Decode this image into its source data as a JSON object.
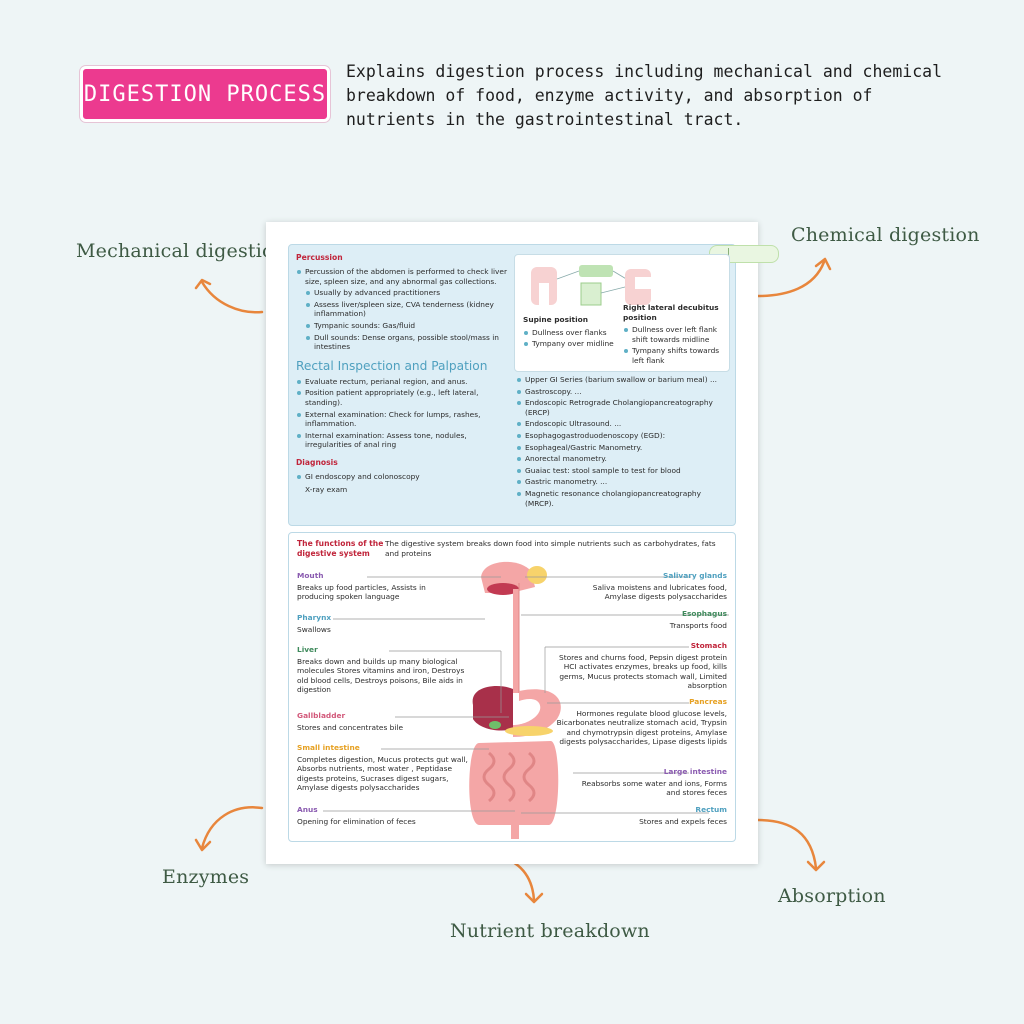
{
  "header": {
    "badge": "DIGESTION PROCESS",
    "intro": "Explains digestion process including mechanical and chemical breakdown of food, enzyme activity, and absorption of nutrients in the gastrointestinal tract."
  },
  "callouts": {
    "mechanical": "Mechanical digestion",
    "chemical": "Chemical digestion",
    "enzymes": "Enzymes",
    "nutrient": "Nutrient breakdown",
    "absorption": "Absorption"
  },
  "colors": {
    "badge": "#ec3a8f",
    "arrow": "#e8863c",
    "callout_text": "#3e5a44",
    "panel": "#ddeef6"
  },
  "sheet": {
    "percussion": {
      "title": "Percussion",
      "items": [
        "Percussion of the abdomen is performed to check liver size, spleen size, and any abnormal gas collections.",
        "Usually by advanced practitioners",
        "Assess liver/spleen size, CVA tenderness (kidney inflammation)",
        "Tympanic sounds: Gas/fluid",
        "Dull sounds: Dense organs, possible stool/mass in intestines"
      ]
    },
    "rectal": {
      "title": "Rectal Inspection and Palpation",
      "items": [
        "Evaluate rectum, perianal region, and anus.",
        "Position patient appropriately (e.g., left lateral, standing).",
        "External examination: Check for lumps, rashes, inflammation.",
        "Internal examination: Assess tone, nodules, irregularities of anal ring"
      ]
    },
    "diagnosis": {
      "title": "Diagnosis",
      "items": [
        "GI endoscopy and colonoscopy",
        "X-ray exam"
      ]
    },
    "positions": {
      "supine": {
        "title": "Supine position",
        "items": [
          "Dullness over flanks",
          "Tympany over midline"
        ]
      },
      "lateral": {
        "title": "Right lateral decubitus position",
        "items": [
          "Dullness over left flank shift towards midline",
          "Tympany shifts towards left flank"
        ]
      }
    },
    "tests": [
      "Upper GI Series (barium swallow or barium meal) ...",
      "Gastroscopy. ...",
      "Endoscopic Retrograde Cholangiopancreatography (ERCP)",
      "Endoscopic Ultrasound. ...",
      "Esophagogastroduodenoscopy (EGD):",
      "Esophageal/Gastric Manometry.",
      "Anorectal manometry.",
      "Guaiac test: stool sample to test for blood",
      "Gastric manometry. ...",
      "Magnetic resonance cholangiopancreatography (MRCP)."
    ],
    "functions": {
      "title": "The functions of the digestive system",
      "desc": "The digestive system breaks down food into simple nutrients such as carbohydrates, fats and proteins"
    },
    "organs": {
      "mouth": {
        "name": "Mouth",
        "desc": "Breaks up food particles, Assists in producing spoken language"
      },
      "pharynx": {
        "name": "Pharynx",
        "desc": "Swallows"
      },
      "liver": {
        "name": "Liver",
        "desc": "Breaks down and builds up many biological molecules Stores vitamins and iron, Destroys old blood cells, Destroys poisons, Bile aids in digestion"
      },
      "gallbladder": {
        "name": "Gallbladder",
        "desc": "Stores and concentrates bile"
      },
      "small_intestine": {
        "name": "Small intestine",
        "desc": "Completes digestion, Mucus protects gut wall, Absorbs nutrients, most water , Peptidase digests proteins, Sucrases digest sugars, Amylase digests polysaccharides"
      },
      "anus": {
        "name": "Anus",
        "desc": "Opening for elimination of feces"
      },
      "salivary": {
        "name": "Salivary glands",
        "desc": "Saliva moistens and lubricates food, Amylase digests polysaccharides"
      },
      "esophagus": {
        "name": "Esophagus",
        "desc": "Transports food"
      },
      "stomach": {
        "name": "Stomach",
        "desc": "Stores and churns food, Pepsin digest protein HCI activates enzymes, breaks up food, kills germs, Mucus protects stomach wall, Limited absorption"
      },
      "pancreas": {
        "name": "Pancreas",
        "desc": "Hormones regulate blood glucose levels, Bicarbonates neutralize stomach acid, Trypsin and chymotrypsin digest proteins, Amylase digests polysaccharides, Lipase digests lipids"
      },
      "large_intestine": {
        "name": "Large intestine",
        "desc": "Reabsorbs some water and ions, Forms and stores feces"
      },
      "rectum": {
        "name": "Rectum",
        "desc": "Stores and expels feces"
      }
    }
  }
}
